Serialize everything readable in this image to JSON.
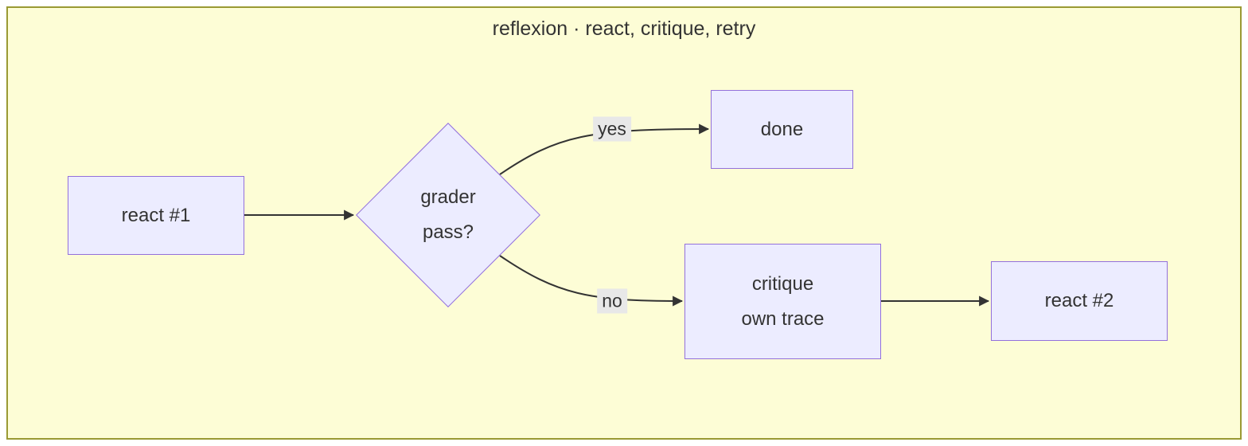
{
  "title": "reflexion · react, critique, retry",
  "nodes": {
    "react1": {
      "label": "react #1"
    },
    "grader": {
      "line1": "grader",
      "line2": "pass?"
    },
    "done": {
      "label": "done"
    },
    "critique": {
      "line1": "critique",
      "line2": "own trace"
    },
    "react2": {
      "label": "react #2"
    }
  },
  "edge_labels": {
    "yes": "yes",
    "no": "no"
  },
  "edges": [
    {
      "from": "react #1",
      "to": "grader pass?",
      "label": ""
    },
    {
      "from": "grader pass?",
      "to": "done",
      "label": "yes"
    },
    {
      "from": "grader pass?",
      "to": "critique own trace",
      "label": "no"
    },
    {
      "from": "critique own trace",
      "to": "react #2",
      "label": ""
    }
  ],
  "colors": {
    "background": "#fdfdd6",
    "frame_border": "#9a9a33",
    "node_fill": "#ececff",
    "node_border": "#9370db",
    "text": "#333333",
    "edge": "#333333",
    "edge_label_bg": "#e8e8e8"
  }
}
